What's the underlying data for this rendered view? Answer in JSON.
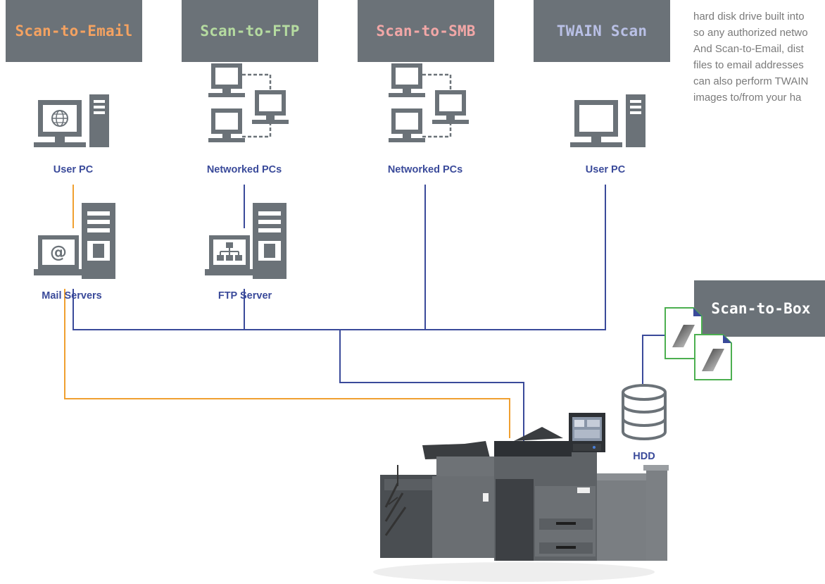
{
  "tabs": {
    "email": {
      "label": "Scan-to-Email",
      "color": "#f4a261"
    },
    "ftp": {
      "label": "Scan-to-FTP",
      "color": "#b5dba0"
    },
    "smb": {
      "label": "Scan-to-SMB",
      "color": "#f2a7a7"
    },
    "twain": {
      "label": "TWAIN Scan",
      "color": "#b9c0e6"
    },
    "box": {
      "label": "Scan-to-Box",
      "color": "#ffffff"
    }
  },
  "nodes": {
    "user_pc_1": "User PC",
    "networked_pcs_1": "Networked PCs",
    "networked_pcs_2": "Networked PCs",
    "user_pc_2": "User PC",
    "mail_servers": "Mail Servers",
    "ftp_server": "FTP Server",
    "hdd": "HDD"
  },
  "side_text": [
    "hard disk drive built into",
    "so any authorized netwo",
    "And Scan-to-Email, dist",
    "files to email addresses",
    "can also perform TWAIN",
    "images to/from your ha"
  ],
  "colors": {
    "icon": "#6b7278",
    "network_line": "#3a4a9a",
    "email_line": "#f0a030",
    "file_border": "#4caf50"
  }
}
